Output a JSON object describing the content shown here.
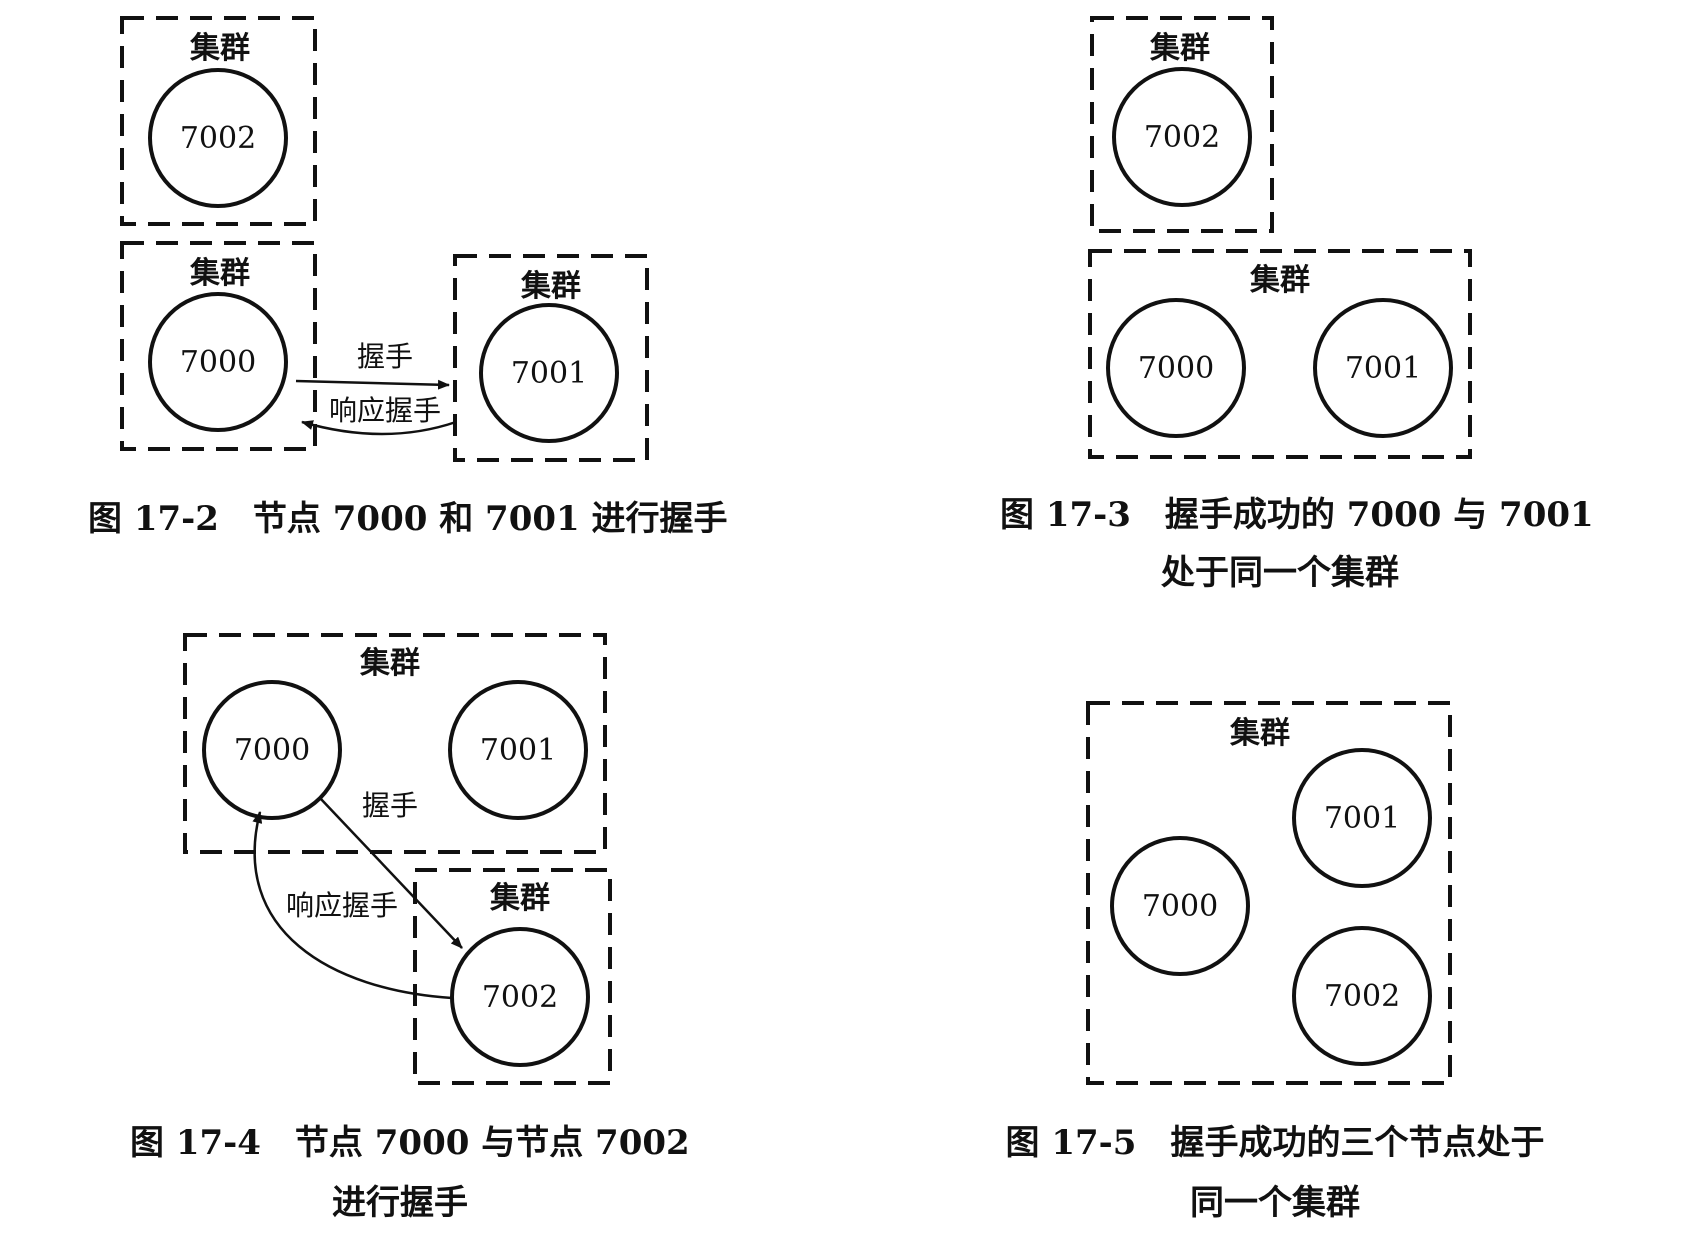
{
  "figures": [
    {
      "caption_lines": [
        "图 17-2　节点 7000 和 7001 进行握手"
      ],
      "clusters": [
        {
          "label": "集群",
          "nodes": [
            "7002"
          ]
        },
        {
          "label": "集群",
          "nodes": [
            "7000"
          ]
        },
        {
          "label": "集群",
          "nodes": [
            "7001"
          ]
        }
      ],
      "edges": [
        {
          "from": "7000",
          "to": "7001",
          "label": "握手"
        },
        {
          "from": "7001",
          "to": "7000",
          "label": "响应握手"
        }
      ]
    },
    {
      "caption_lines": [
        "图 17-3　握手成功的 7000 与 7001",
        "处于同一个集群"
      ],
      "clusters": [
        {
          "label": "集群",
          "nodes": [
            "7002"
          ]
        },
        {
          "label": "集群",
          "nodes": [
            "7000",
            "7001"
          ]
        }
      ],
      "edges": []
    },
    {
      "caption_lines": [
        "图 17-4　节点 7000 与节点 7002",
        "进行握手"
      ],
      "clusters": [
        {
          "label": "集群",
          "nodes": [
            "7000",
            "7001"
          ]
        },
        {
          "label": "集群",
          "nodes": [
            "7002"
          ]
        }
      ],
      "edges": [
        {
          "from": "7000",
          "to": "7002",
          "label": "握手"
        },
        {
          "from": "7002",
          "to": "7000",
          "label": "响应握手"
        }
      ]
    },
    {
      "caption_lines": [
        "图 17-5　握手成功的三个节点处于",
        "同一个集群"
      ],
      "clusters": [
        {
          "label": "集群",
          "nodes": [
            "7000",
            "7001",
            "7002"
          ]
        }
      ],
      "edges": []
    }
  ]
}
